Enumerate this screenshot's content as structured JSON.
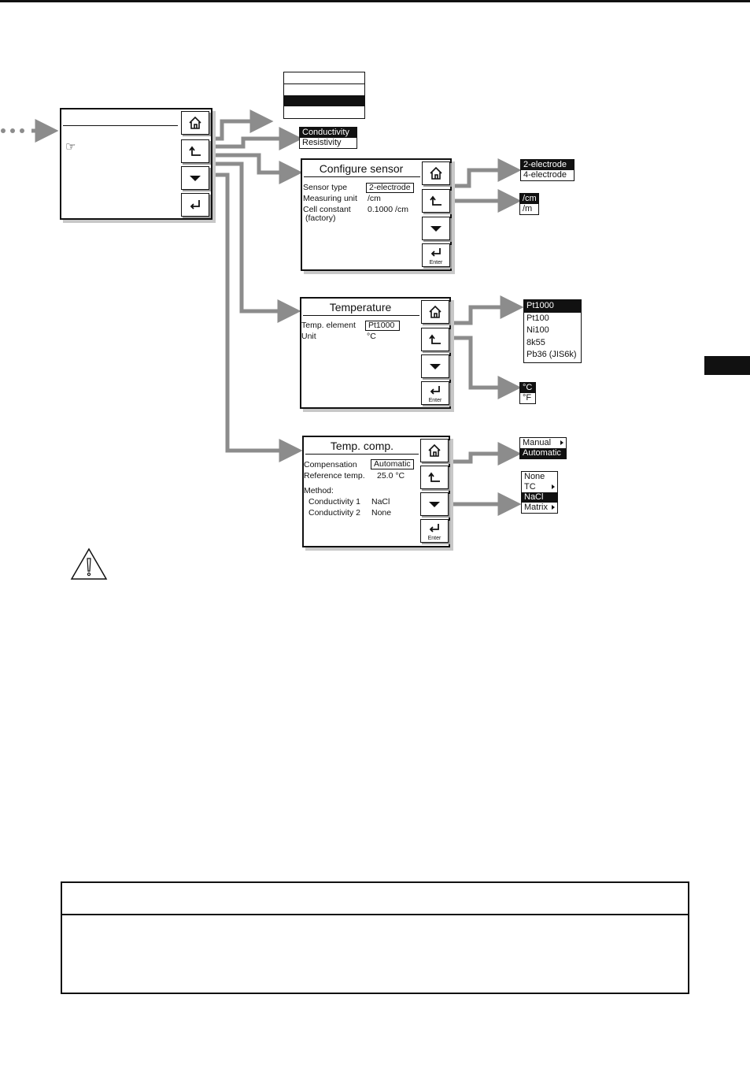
{
  "colors": {
    "arrow": "#8c8c8c",
    "ink": "#111111",
    "shadow": "#c8c8c8"
  },
  "main_menu": {
    "pointer_icon": "pointing-hand-icon"
  },
  "sensor_list": {
    "items": [
      "Conductivity",
      "Resistivity"
    ],
    "selected_index": 0
  },
  "configure_sensor": {
    "title": "Configure sensor",
    "sensor_type_label": "Sensor type",
    "sensor_type_value": "2-electrode",
    "measuring_unit_label": "Measuring unit",
    "measuring_unit_value": "/cm",
    "cell_constant_label": "Cell constant",
    "cell_constant_sub": "(factory)",
    "cell_constant_value": "0.1000 /cm",
    "enter_label": "Enter"
  },
  "electrode_options": {
    "items": [
      "2-electrode",
      "4-electrode"
    ],
    "selected_index": 0
  },
  "unit_options": {
    "items": [
      "/cm",
      "/m"
    ],
    "selected_index": 0
  },
  "temperature": {
    "title": "Temperature",
    "element_label": "Temp. element",
    "element_value": "Pt1000",
    "unit_label": "Unit",
    "unit_value": "°C",
    "enter_label": "Enter"
  },
  "element_options": {
    "items": [
      "Pt1000",
      "Pt100",
      "Ni100",
      "8k55",
      "Pb36 (JIS6k)"
    ],
    "selected_index": 0
  },
  "temp_unit_options": {
    "items": [
      "°C",
      "°F"
    ],
    "selected_index": 0
  },
  "temp_comp": {
    "title": "Temp. comp.",
    "compensation_label": "Compensation",
    "compensation_value": "Automatic",
    "reference_label": "Reference temp.",
    "reference_value": "25.0 °C",
    "method_label": "Method:",
    "cond1_label": "Conductivity 1",
    "cond1_value": "NaCl",
    "cond2_label": "Conductivity 2",
    "cond2_value": "None",
    "enter_label": "Enter"
  },
  "comp_mode_options": {
    "items": [
      "Manual",
      "Automatic"
    ],
    "selected_index": 1
  },
  "method_options": {
    "items": [
      "None",
      "TC",
      "NaCl",
      "Matrix"
    ],
    "selected_index": 2
  }
}
